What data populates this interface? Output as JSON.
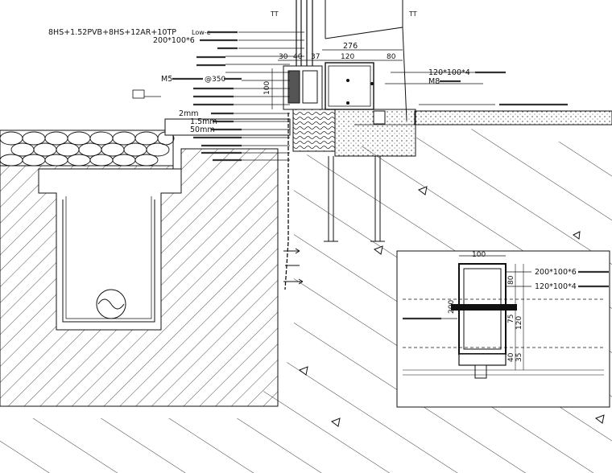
{
  "top_callouts": {
    "glass_spec": "8HS+1.52PVB+8HS+12AR+10TP",
    "glass_spec_tail": "Low-e",
    "main_steel": "200*100*6",
    "m5_spec": "M5",
    "m5_spacing": "@350",
    "gasket_2mm": "2mm",
    "size_1_5mm": "1.5mm",
    "size_50mm": "50mm"
  },
  "dimensions": {
    "d276": "276",
    "d30": "30",
    "d40": "40",
    "d37": "37",
    "d120": "120",
    "d80": "80",
    "d100_vertical": "100"
  },
  "right_callouts": {
    "sub_steel": "120*100*4",
    "bolt": "M8"
  },
  "detail": {
    "width_100": "100",
    "steel_a": "200*100*6",
    "steel_b": "120*100*4",
    "dim_80": "80",
    "dim_200": "200",
    "dim_75": "75",
    "dim_120": "120",
    "dim_40": "40",
    "dim_35": "35"
  },
  "colors": {
    "ink": "#111111",
    "paper": "#ffffff"
  }
}
